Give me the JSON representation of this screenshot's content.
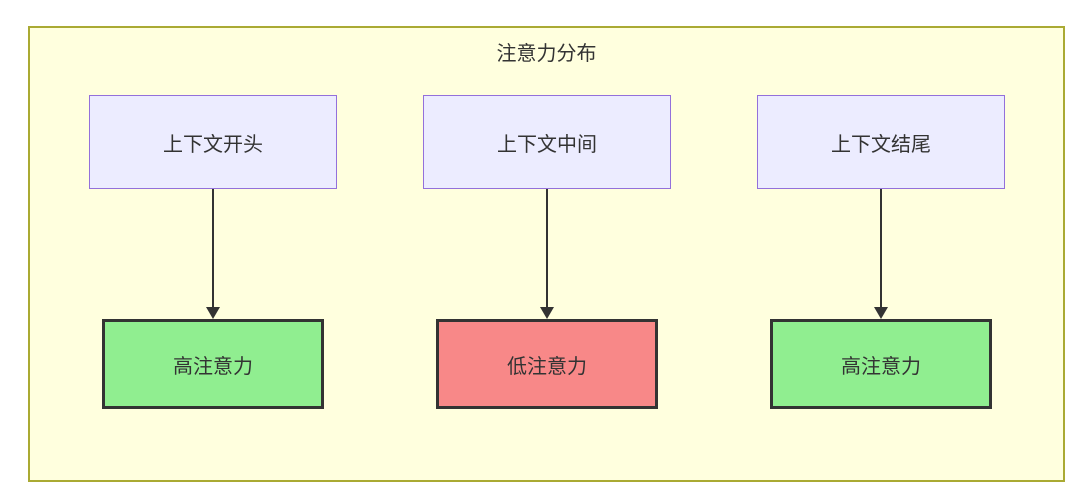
{
  "diagram": {
    "title": "注意力分布",
    "columns": [
      {
        "source": "上下文开头",
        "target": "高注意力",
        "target_level": "high"
      },
      {
        "source": "上下文中间",
        "target": "低注意力",
        "target_level": "low"
      },
      {
        "source": "上下文结尾",
        "target": "高注意力",
        "target_level": "high"
      }
    ],
    "colors": {
      "container_bg": "#ffffde",
      "container_border": "#aaaa33",
      "source_bg": "#ececff",
      "source_border": "#9370db",
      "high_bg": "#90ee90",
      "low_bg": "#f88888",
      "target_border": "#333333",
      "arrow": "#333333",
      "text": "#333333"
    }
  }
}
